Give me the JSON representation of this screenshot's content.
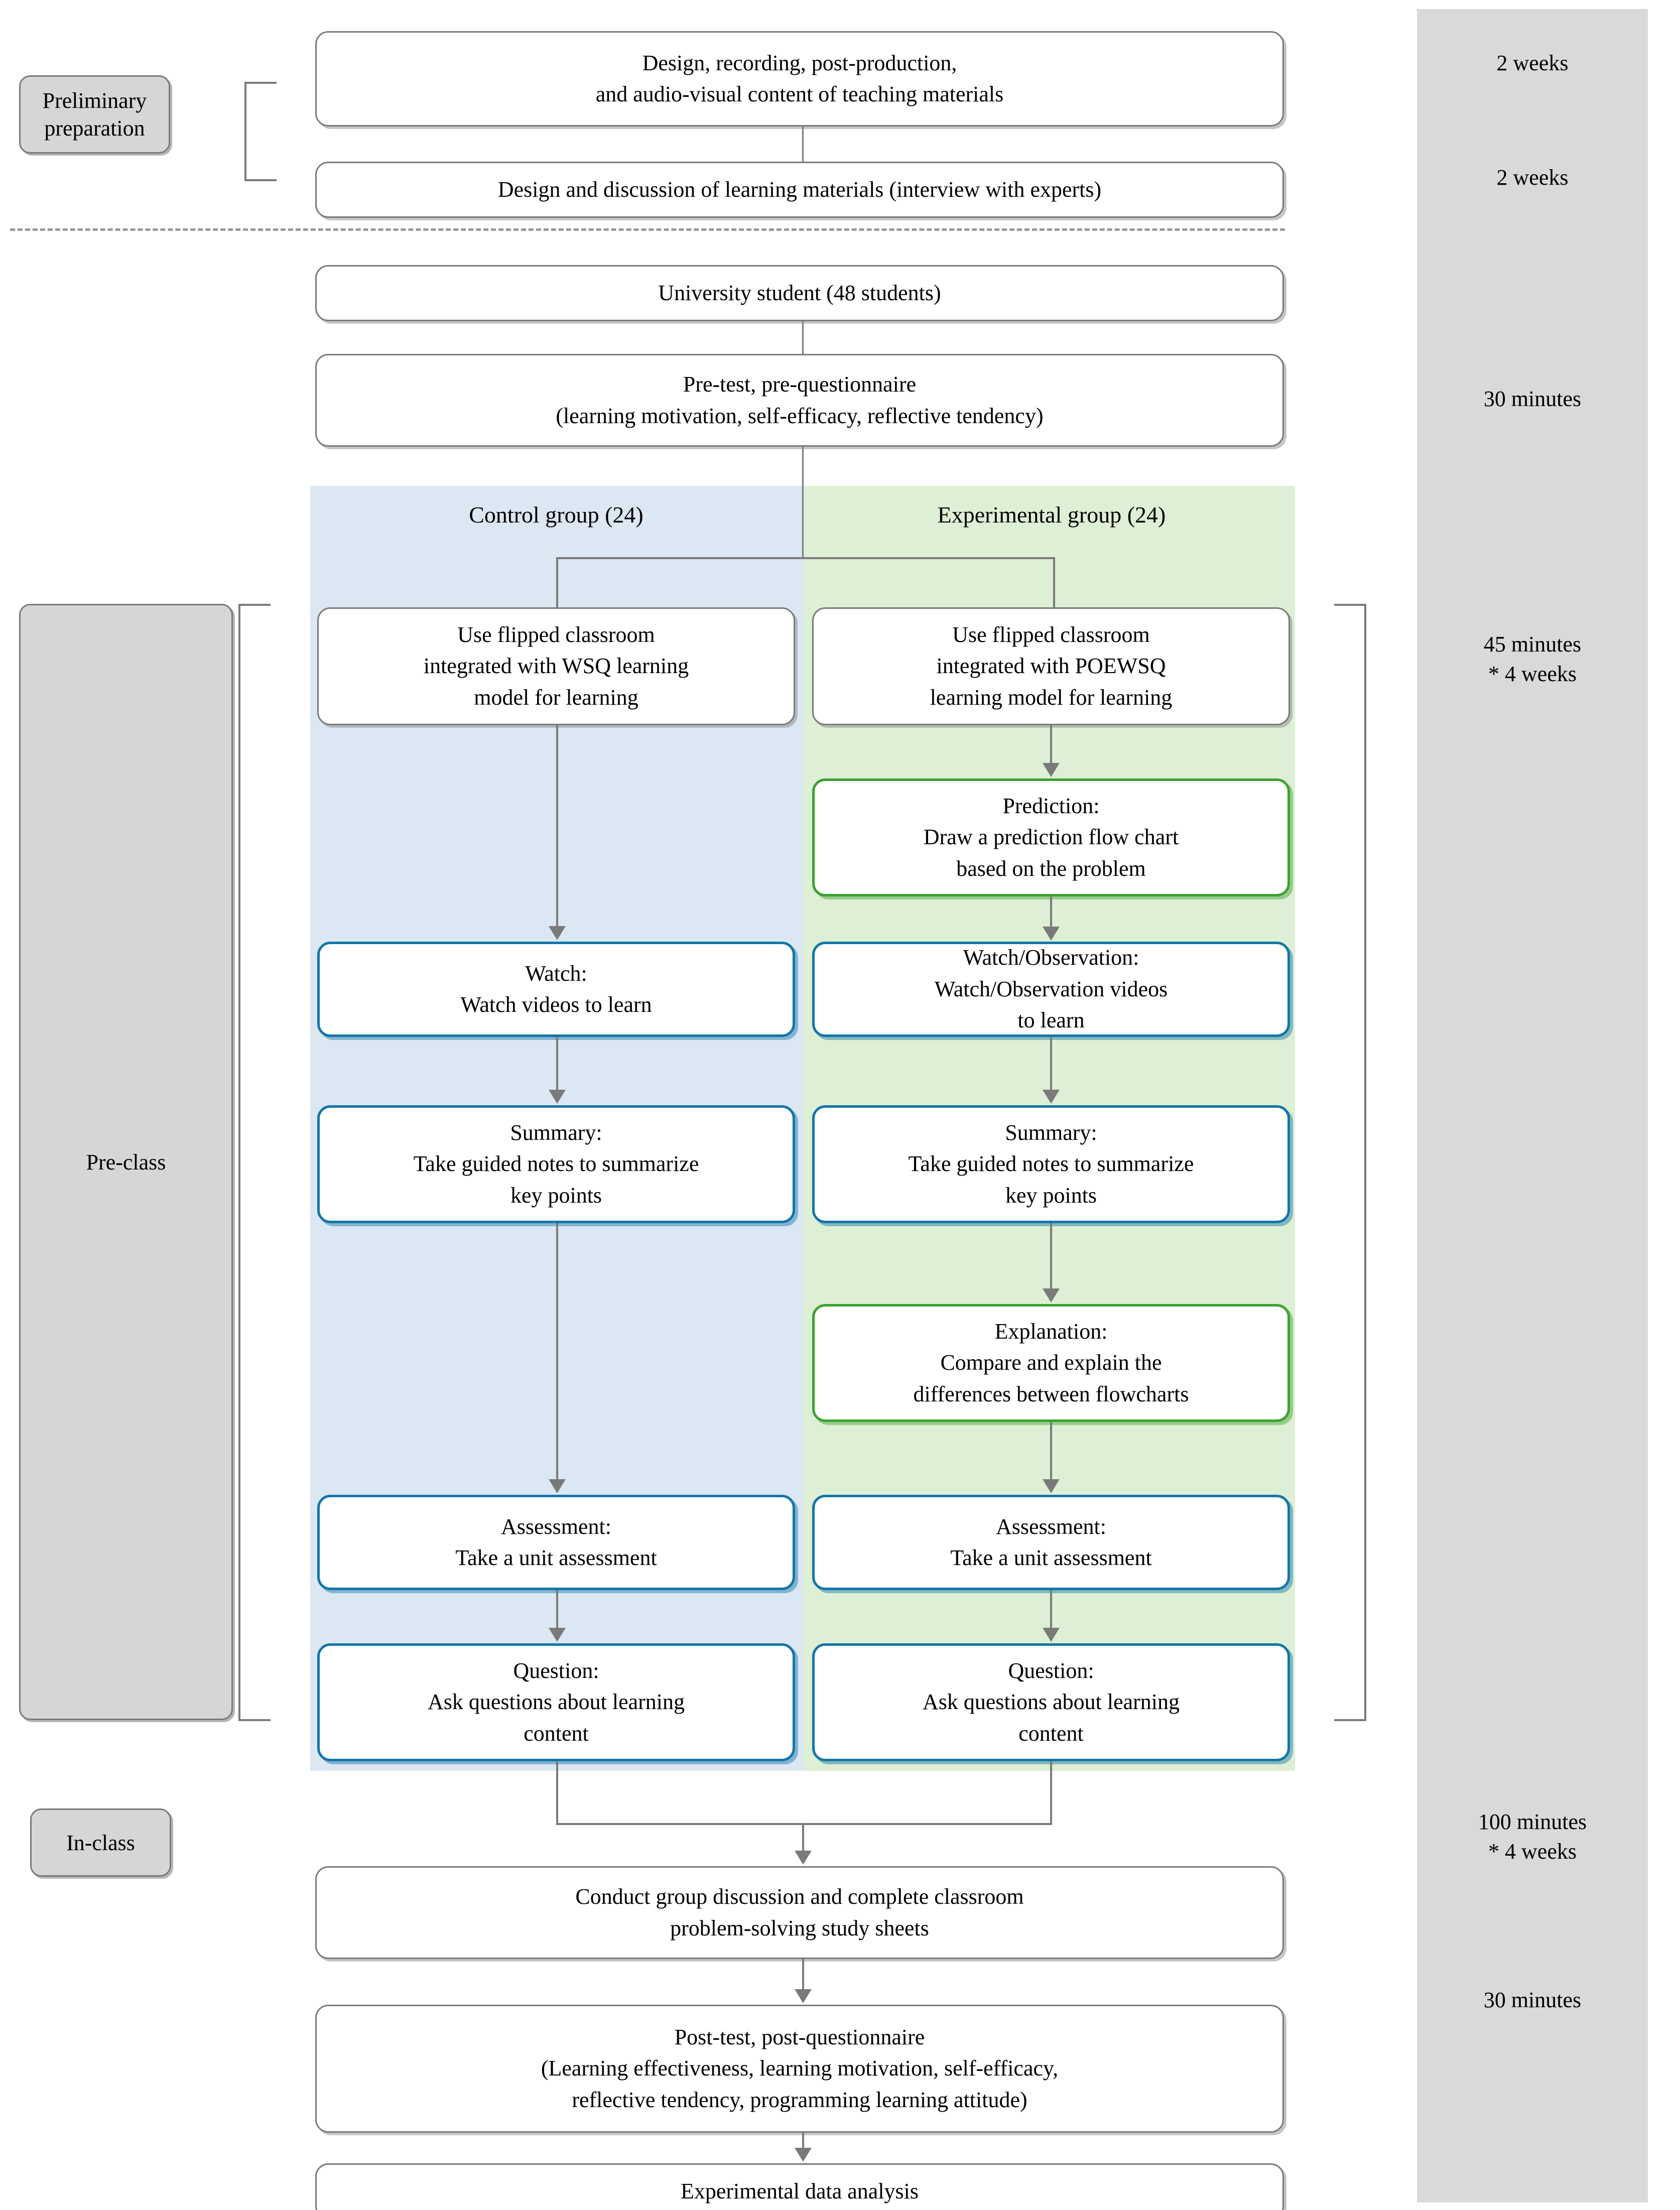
{
  "stages": {
    "preliminary": "Preliminary\npreparation",
    "preclass": "Pre-class",
    "inclass": "In-class"
  },
  "group_headers": {
    "control": "Control group (24)",
    "experimental": "Experimental group (24)"
  },
  "boxes": {
    "design_recording": "Design, recording, post-production,\nand audio-visual content of teaching materials",
    "design_discussion": "Design and discussion of learning materials (interview with experts)",
    "university_student": "University student (48 students)",
    "pretest": "Pre-test, pre-questionnaire\n(learning motivation, self-efficacy, reflective tendency)",
    "control_model": "Use flipped classroom\nintegrated with WSQ learning\nmodel for learning",
    "exp_model": "Use flipped classroom\nintegrated with POEWSQ\nlearning model for learning",
    "prediction": "Prediction:\nDraw a prediction flow chart\nbased on the problem",
    "control_watch": "Watch:\nWatch videos to learn",
    "exp_watch": "Watch/Observation:\nWatch/Observation videos\nto learn",
    "control_summary": "Summary:\nTake guided notes to summarize\nkey points",
    "exp_summary": "Summary:\nTake guided notes to summarize\nkey points",
    "explanation": "Explanation:\nCompare and explain the\ndifferences between flowcharts",
    "control_assessment": "Assessment:\nTake a unit assessment",
    "exp_assessment": "Assessment:\nTake a unit assessment",
    "control_question": "Question:\nAsk questions about learning\ncontent",
    "exp_question": "Question:\nAsk questions about learning\ncontent",
    "group_discussion": "Conduct group discussion and complete classroom\nproblem-solving study sheets",
    "posttest": "Post-test, post-questionnaire\n(Learning effectiveness, learning motivation, self-efficacy,\nreflective tendency, programming learning attitude)",
    "data_analysis": "Experimental data analysis"
  },
  "durations": {
    "design_recording": "2 weeks",
    "design_discussion": "2 weeks",
    "pretest": "30 minutes",
    "preclass": "45 minutes\n* 4 weeks",
    "inclass": "100 minutes\n* 4 weeks",
    "posttest": "30 minutes"
  },
  "colors": {
    "control_band": "#dbe7f3",
    "experimental_band": "#ddefd4",
    "sidebar": "#d9d9d9",
    "stage_chip": "#d6d6d6",
    "outline_gray": "#7a7a7a",
    "outline_blue": "#1476a8",
    "outline_green": "#3ba231"
  }
}
